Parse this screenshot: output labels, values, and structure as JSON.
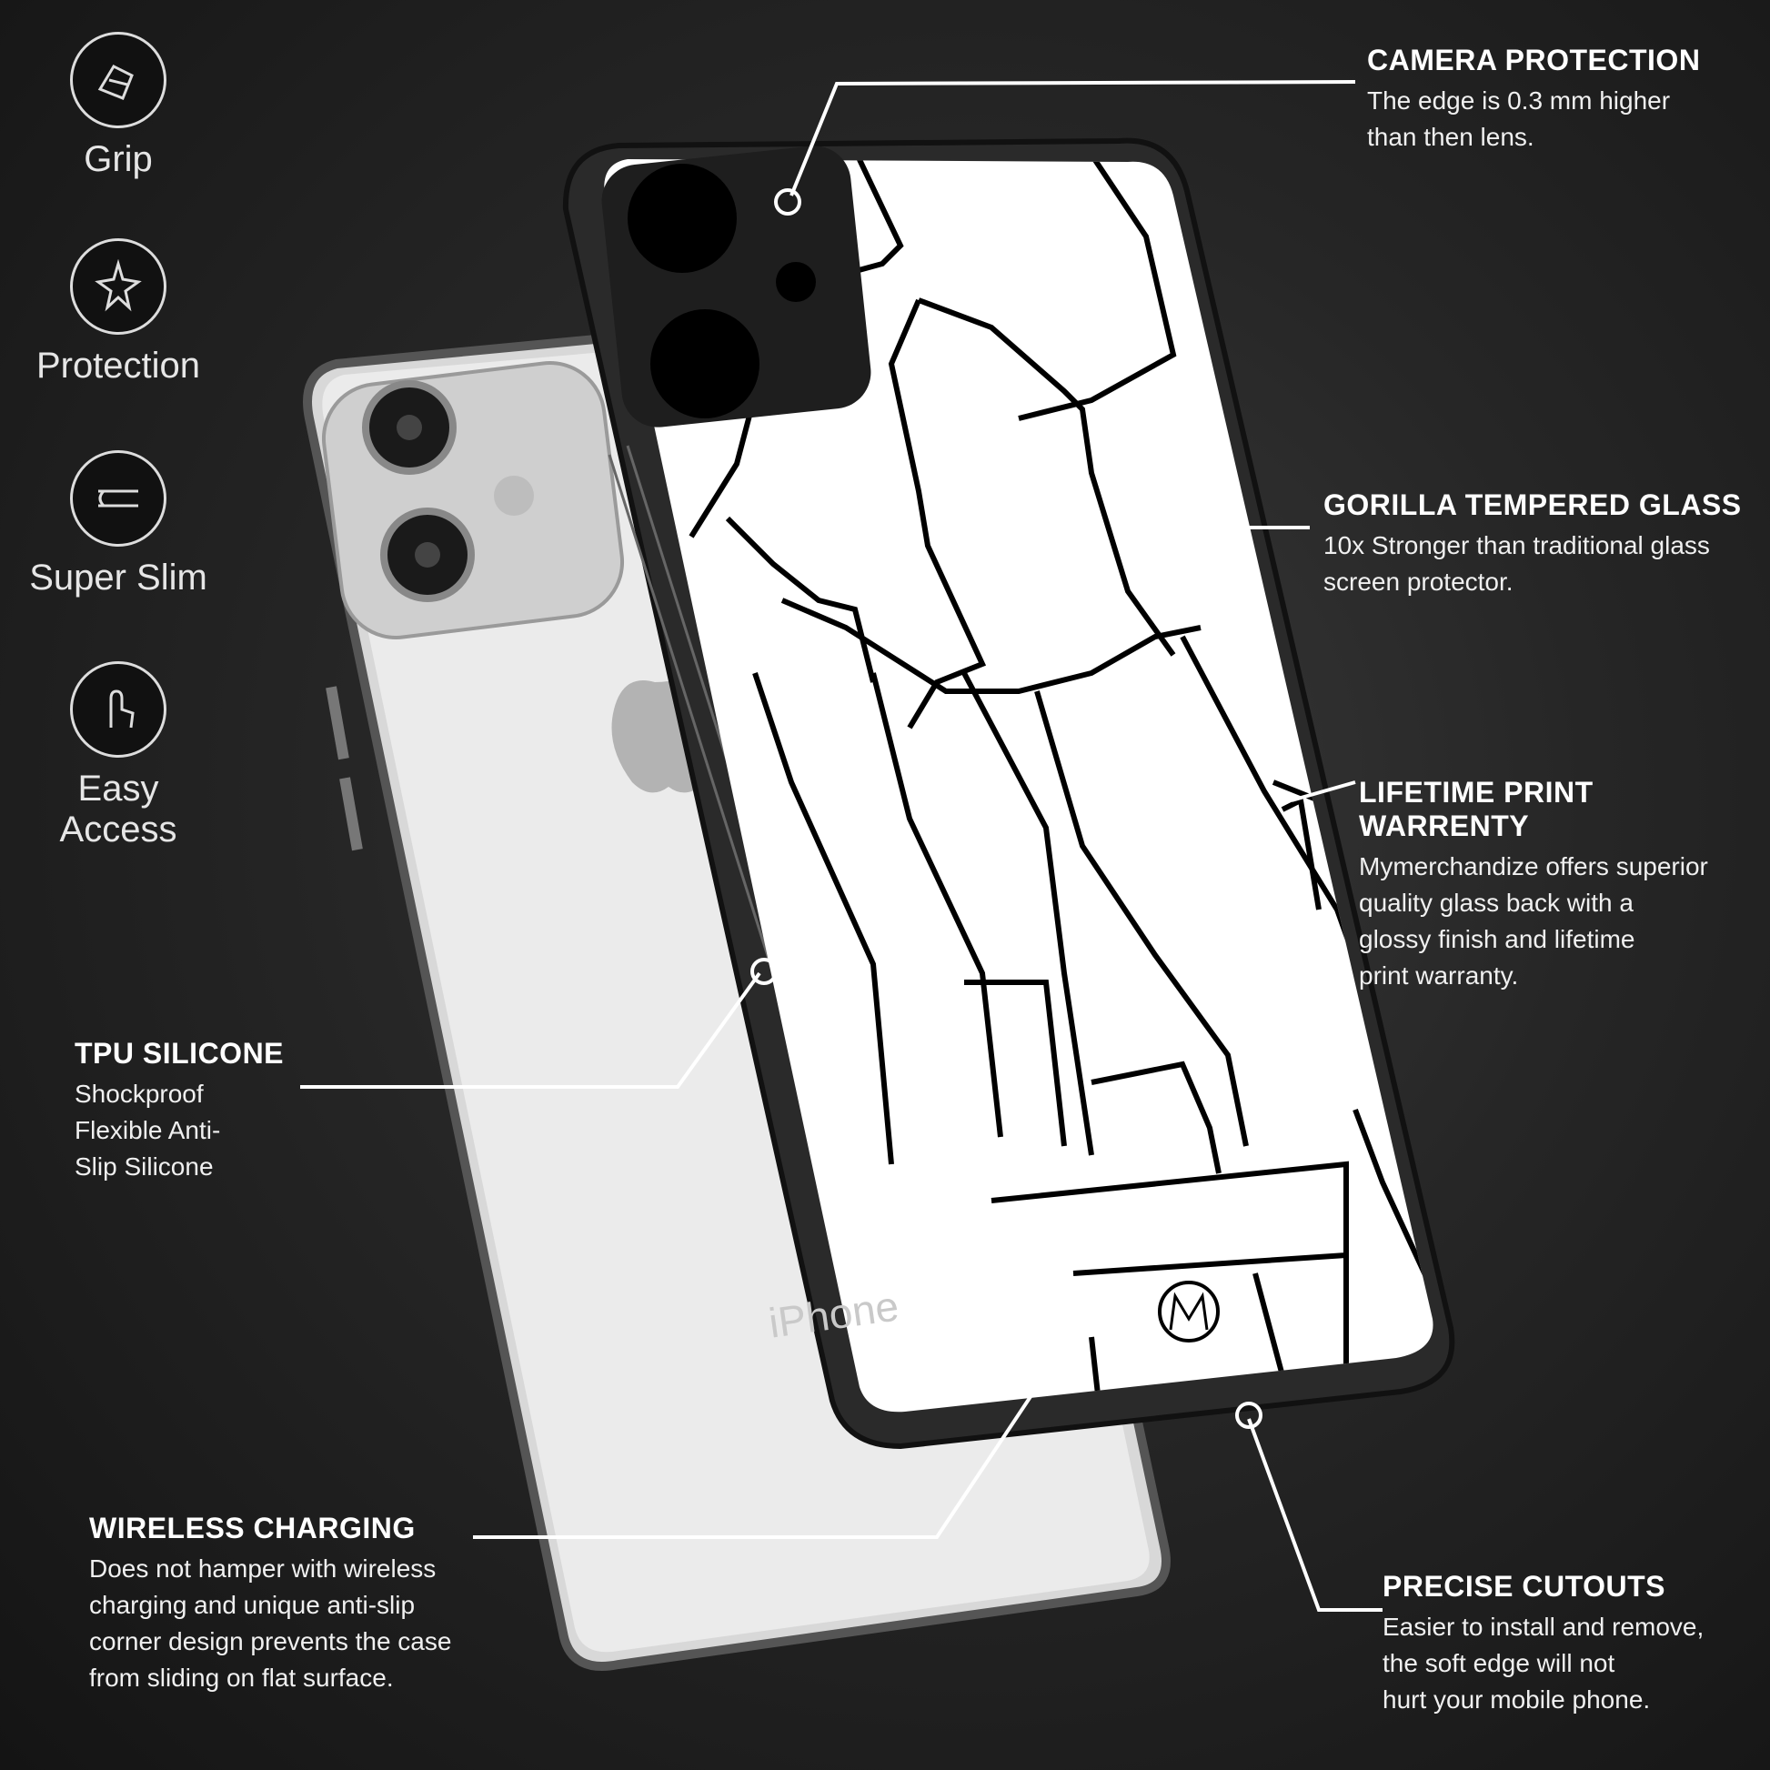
{
  "features": [
    {
      "label": "Grip",
      "icon": "hand-grip-icon"
    },
    {
      "label": "Protection",
      "icon": "shield-impact-icon"
    },
    {
      "label": "Super Slim",
      "icon": "slim-layer-icon"
    },
    {
      "label": "Easy Access",
      "icon": "finger-touch-icon"
    }
  ],
  "callouts": {
    "camera": {
      "title": "CAMERA PROTECTION",
      "text": "The edge is 0.3 mm higher\nthan then lens."
    },
    "glass": {
      "title": "GORILLA TEMPERED GLASS",
      "text": "10x Stronger than traditional glass\nscreen protector."
    },
    "print": {
      "title": "LIFETIME PRINT WARRENTY",
      "text": "Mymerchandize offers superior\nquality glass back with a\nglossy finish and lifetime\n print warranty."
    },
    "tpu": {
      "title": "TPU SILICONE",
      "text": "Shockproof\nFlexible Anti-\nSlip Silicone"
    },
    "wireless": {
      "title": "WIRELESS CHARGING",
      "text": "Does not hamper with wireless\ncharging and unique anti-slip\ncorner design prevents the case\nfrom sliding on flat surface."
    },
    "cutouts": {
      "title": "PRECISE CUTOUTS",
      "text": "Easier to install and remove,\nthe soft edge will not\nhurt your mobile phone."
    }
  },
  "phone_text": "iPhone",
  "colors": {
    "background": "#1c1c1c",
    "accent": "#ffffff",
    "case_print": "#ffffff"
  }
}
